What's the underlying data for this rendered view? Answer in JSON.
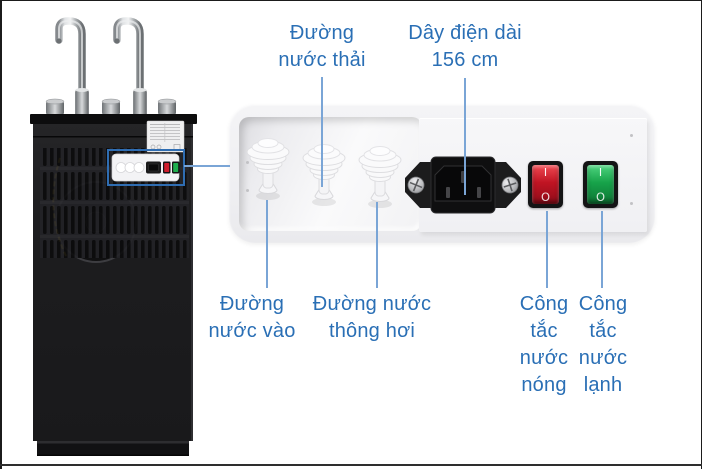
{
  "annotations": {
    "waste_water_line": {
      "lines": [
        "Đường",
        "nước thải"
      ]
    },
    "power_cord": {
      "lines": [
        "Dây điện dài",
        "156 cm"
      ]
    },
    "water_inlet_line": {
      "lines": [
        "Đường",
        "nước vào"
      ]
    },
    "vent_water_line": {
      "lines": [
        "Đường nước",
        "thông hơi"
      ]
    },
    "hot_water_switch": {
      "lines": [
        "Công",
        "tắc",
        "nước",
        "nóng"
      ]
    },
    "cold_water_switch": {
      "lines": [
        "Công",
        "tắc",
        "nước",
        "lạnh"
      ]
    }
  },
  "rear_panel": {
    "hot_switch": {
      "on_mark": "I",
      "off_mark": "O",
      "color": "#c01423"
    },
    "cold_switch": {
      "on_mark": "I",
      "off_mark": "O",
      "color": "#17a34a"
    }
  },
  "colors": {
    "label_blue": "#2a6fb5",
    "leader_line_blue": "#7aa5d6",
    "callout_border_blue": "#2f6db2",
    "cabinet_black": "#1d1d1f",
    "panel_gray": "#f1f1f3"
  }
}
